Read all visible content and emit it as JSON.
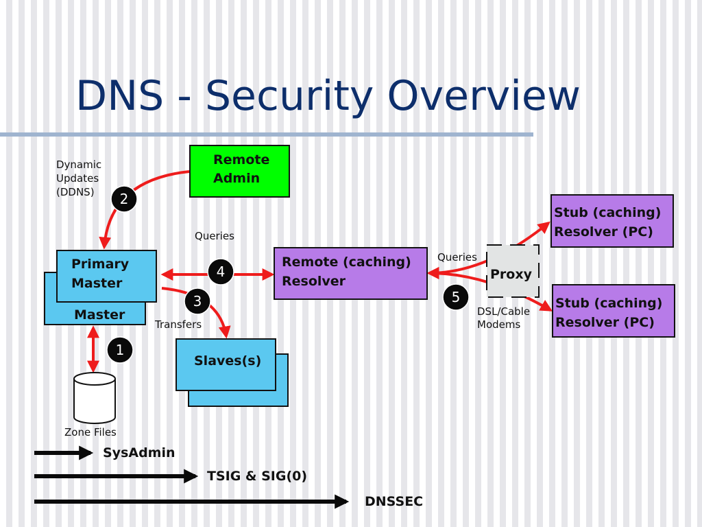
{
  "title": "DNS - Security Overview",
  "colors": {
    "title": "#0d2e6b",
    "master_box": "#5bc8f0",
    "remote_admin_box": "#00ff00",
    "resolver_box": "#b77be8",
    "arrow_red": "#ee1c1c",
    "badge": "#0a0a0a"
  },
  "nodes": {
    "remote_admin": [
      "Remote",
      "Admin"
    ],
    "primary_master": [
      "Primary",
      "Master"
    ],
    "master": "Master",
    "slaves": "Slaves(s)",
    "remote_resolver": [
      "Remote (caching)",
      "Resolver"
    ],
    "proxy": "Proxy",
    "stub_1": [
      "Stub (caching)",
      "Resolver (PC)"
    ],
    "stub_2": [
      "Stub (caching)",
      "Resolver (PC)"
    ],
    "zone_files": "Zone Files"
  },
  "labels": {
    "ddns": [
      "Dynamic",
      "Updates",
      "(DDNS)"
    ],
    "queries_top": "Queries",
    "queries_right": "Queries",
    "transfers": "Transfers",
    "dsl": [
      "DSL/Cable",
      "Modems"
    ]
  },
  "badges": {
    "b1": "1",
    "b2": "2",
    "b3": "3",
    "b4": "4",
    "b5": "5"
  },
  "legend": {
    "sysadmin": "SysAdmin",
    "tsig": "TSIG & SIG(0)",
    "dnssec": "DNSSEC"
  }
}
